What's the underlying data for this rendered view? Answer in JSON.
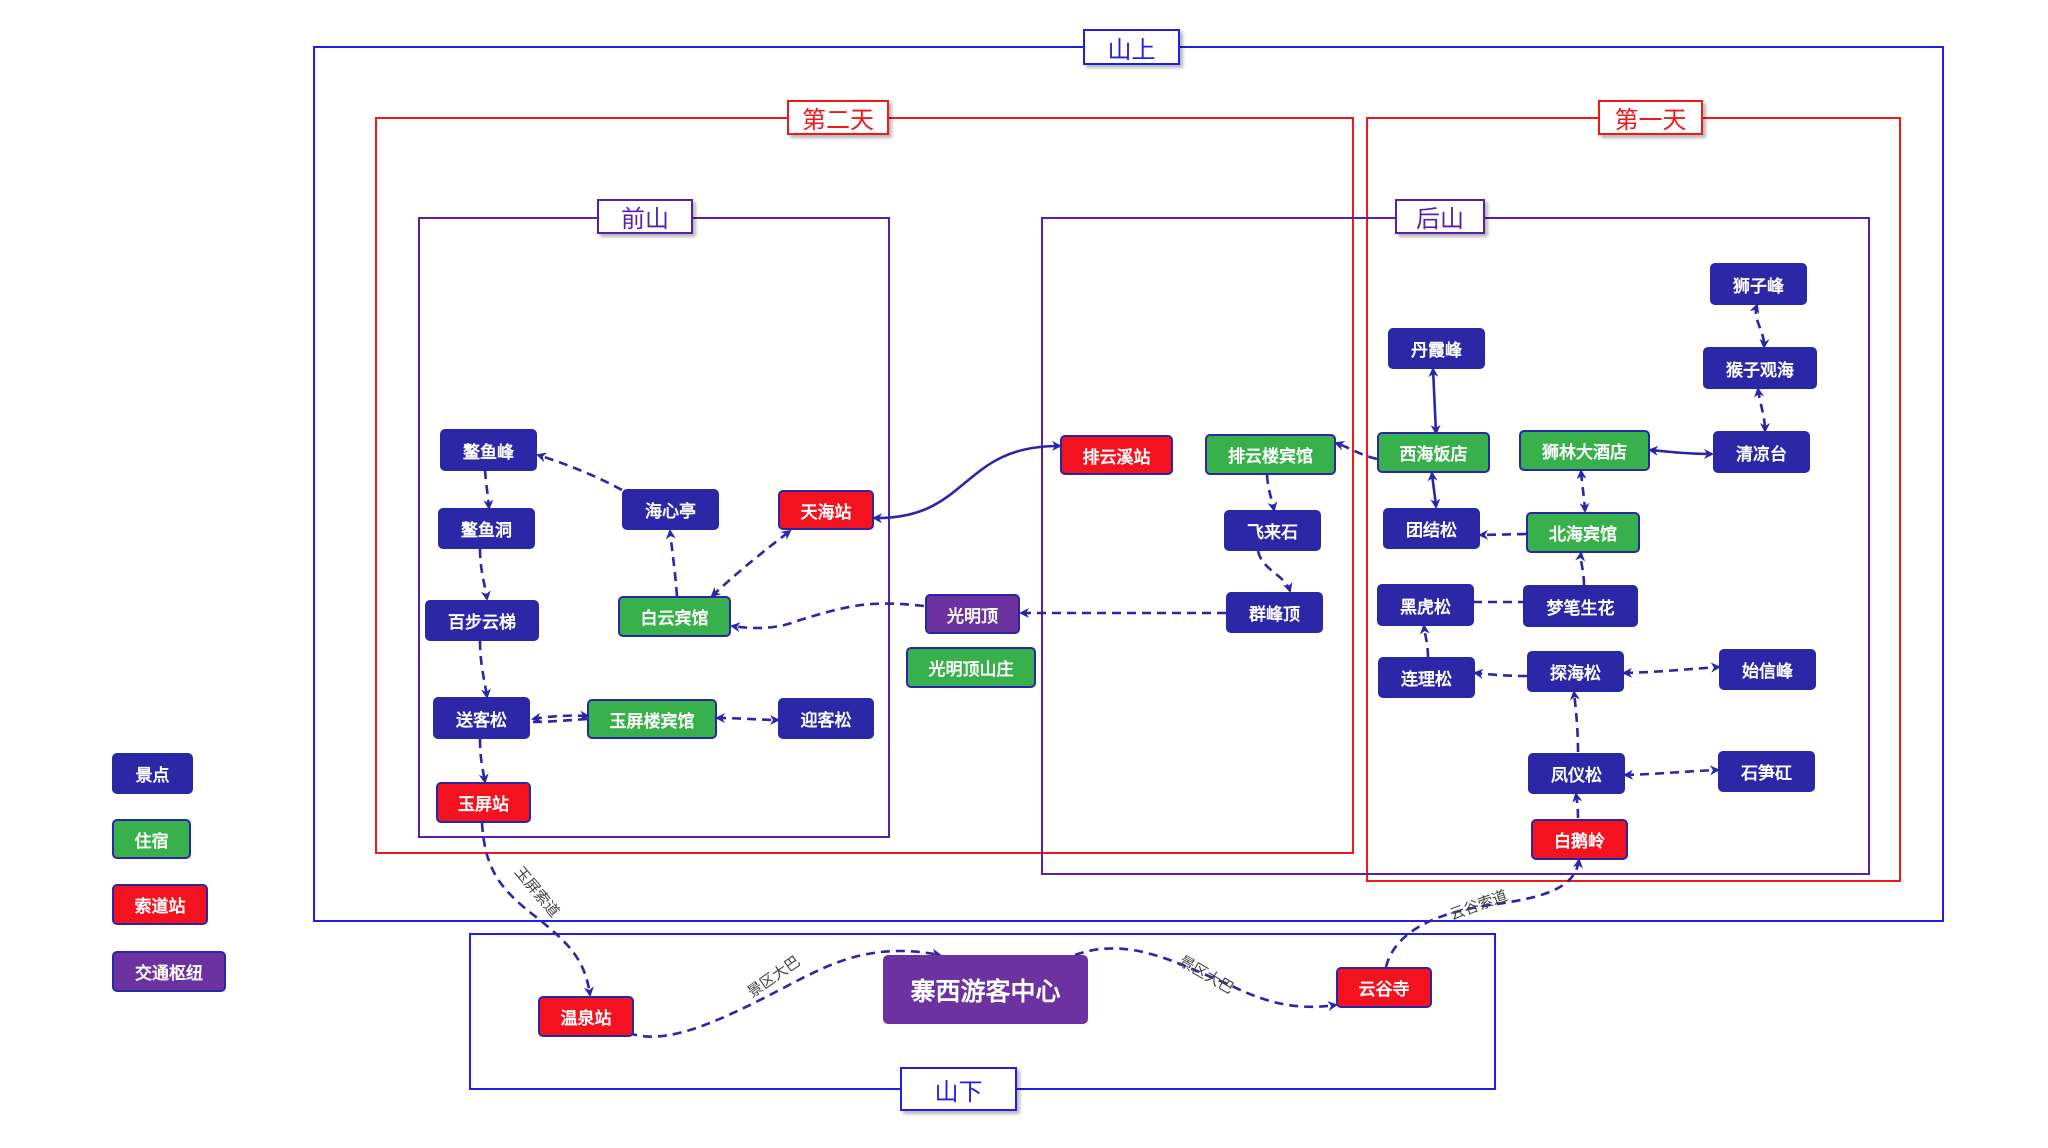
{
  "frames": {
    "shan_shang": "山上",
    "di_er_tian": "第二天",
    "di_yi_tian": "第一天",
    "qian_shan": "前山",
    "hou_shan": "后山",
    "shan_xia": "山下"
  },
  "legend": {
    "scenic": "景点",
    "lodging": "住宿",
    "cable": "索道站",
    "hub": "交通枢纽"
  },
  "colors": {
    "scenic": "#2b27a7",
    "lodging": "#38b04b",
    "cable": "#f3121e",
    "hub": "#6b32a0",
    "frame_mountain": "#1f1fe6",
    "frame_day": "#f01818",
    "frame_area": "#5a1fa8",
    "edge": "#2a27a6"
  },
  "nodes": {
    "aoyufeng": "鳌鱼峰",
    "aoyudong": "鳌鱼洞",
    "baibuyunti": "百步云梯",
    "songkesong": "送客松",
    "yupingzhan": "玉屏站",
    "haixinting": "海心亭",
    "tianhaizhan": "天海站",
    "baiyunbinguan": "白云宾馆",
    "yupinglou": "玉屏楼宾馆",
    "yingkesong": "迎客松",
    "guangmingding": "光明顶",
    "guangmingdingshanzhuang": "光明顶山庄",
    "paiyunxizhan": "排云溪站",
    "paiyunlou": "排云楼宾馆",
    "feilaishi": "飞来石",
    "qunfengding": "群峰顶",
    "danxiafeng": "丹霞峰",
    "xihaifandian": "西海饭店",
    "tuanjiesong": "团结松",
    "shilin": "狮林大酒店",
    "beihai": "北海宾馆",
    "shizifeng": "狮子峰",
    "houziguanhai": "猴子观海",
    "qingliangtai": "清凉台",
    "heihusong": "黑虎松",
    "mengbishenghua": "梦笔生花",
    "lianlisong": "连理松",
    "tanhaisong": "探海松",
    "shixinfeng": "始信峰",
    "fengyisong": "凤仪松",
    "shisungang": "石笋矼",
    "baieling": "白鹅岭",
    "wenquanzhan": "温泉站",
    "zhaixi": "寨西游客中心",
    "yungusi": "云谷寺"
  },
  "edge_labels": {
    "yuping_cable": "玉屏索道",
    "yungu_cable": "云谷索道",
    "bus_left": "景区大巴",
    "bus_right": "景区大巴"
  }
}
